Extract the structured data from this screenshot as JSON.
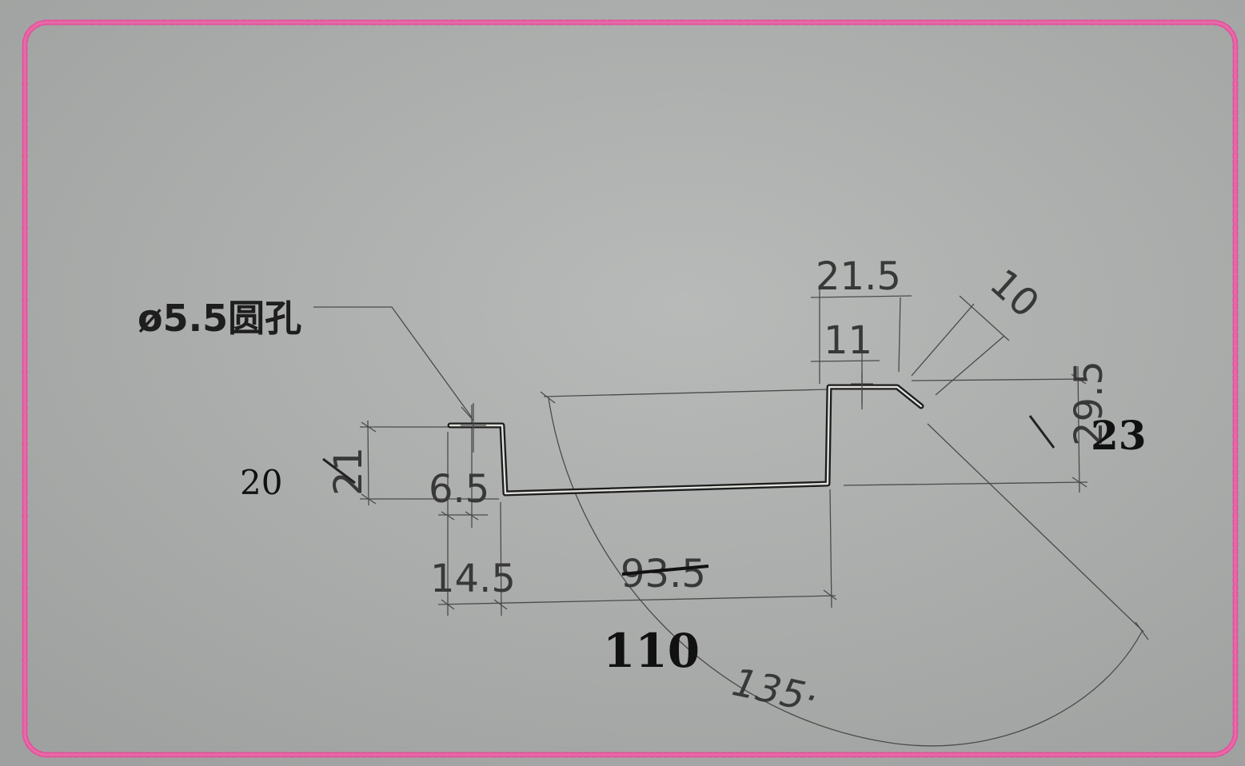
{
  "hole_callout": "ø5.5圆孔",
  "dimensions": {
    "top_width": "21.5",
    "hole_offset": "11",
    "lip_length": "10",
    "right_height_printed": "29.5",
    "right_height_handwritten": "23",
    "left_height_printed": "21",
    "left_height_handwritten": "20",
    "left_flange": "6.5",
    "left_offset": "14.5",
    "bottom_length_printed": "93.5",
    "total_handwritten": "110",
    "angle": "135·"
  },
  "colors": {
    "paper": "#a9abaa",
    "border": "#e0559b",
    "ink": "#1d1d1d"
  }
}
